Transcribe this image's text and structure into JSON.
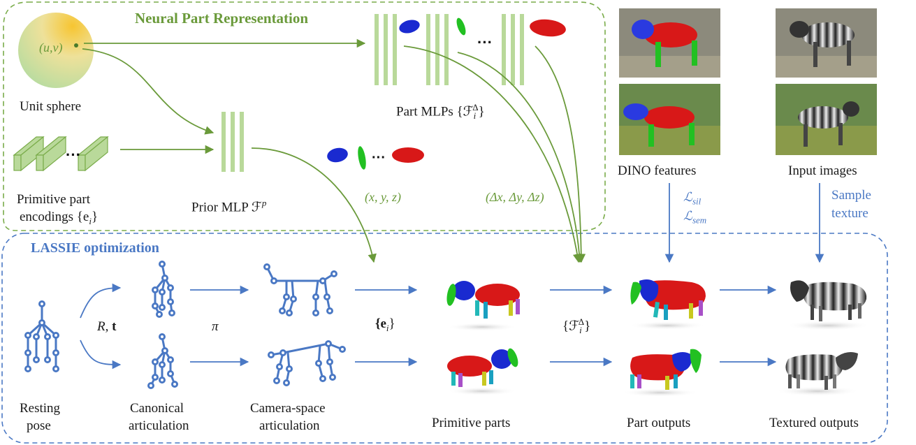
{
  "titles": {
    "neural_part": "Neural Part Representation",
    "lassie": "LASSIE optimization"
  },
  "top_labels": {
    "uv": "(u,v)",
    "unit_sphere": "Unit sphere",
    "primitive_encodings_line1": "Primitive part",
    "primitive_encodings_line2": "encodings {e",
    "primitive_encodings_sub": "i",
    "primitive_encodings_close": "}",
    "prior_mlp": "Prior MLP ℱ",
    "prior_mlp_sup": "p",
    "part_mlps": "Part MLPs {ℱ",
    "part_mlps_sub": "i",
    "part_mlps_sup": "Δ",
    "part_mlps_close": "}",
    "xyz": "(x, y, z)",
    "dxyz": "(Δx, Δy, Δz)",
    "ellipsis": "...",
    "dino": "DINO features",
    "input_images": "Input images",
    "loss_sil": "ℒ",
    "loss_sil_sub": "sil",
    "loss_sem": "ℒ",
    "loss_sem_sub": "sem",
    "sample_texture_1": "Sample",
    "sample_texture_2": "texture"
  },
  "bottom_labels": {
    "resting_1": "Resting",
    "resting_2": "pose",
    "canonical_1": "Canonical",
    "canonical_2": "articulation",
    "camera_1": "Camera-space",
    "camera_2": "articulation",
    "primitive_parts": "Primitive parts",
    "part_outputs": "Part outputs",
    "textured_outputs": "Textured outputs",
    "r_t": "R, ",
    "r_t_bold": "t",
    "pi": "π",
    "ei": "{e",
    "ei_sub": "i",
    "ei_close": "}",
    "fi": "{ℱ",
    "fi_sub": "i",
    "fi_sup": "Δ",
    "fi_close": "}"
  },
  "colors": {
    "green": "#6a9a3a",
    "green_light": "#b9d99a",
    "blue": "#4a78c4",
    "part_red": "#d81818",
    "part_blue": "#1a2ad0",
    "part_green": "#22c022"
  }
}
